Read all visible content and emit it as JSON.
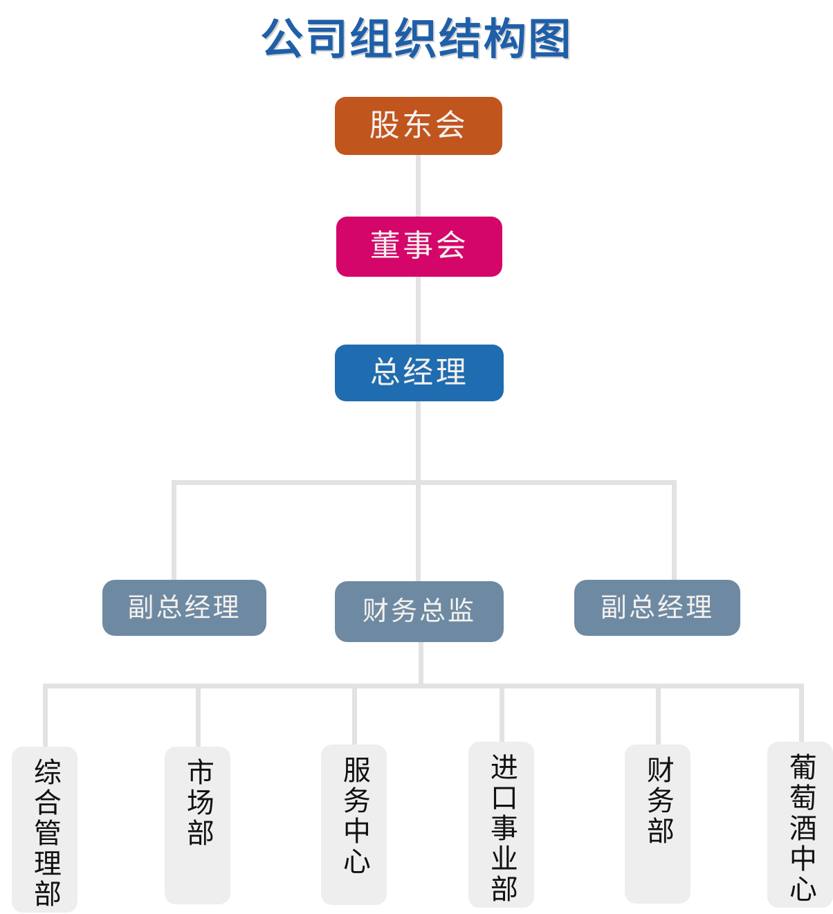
{
  "title": "公司组织结构图",
  "colors": {
    "title": "#1F5FA8",
    "shareholders": "#C1551E",
    "board": "#D4066A",
    "general_manager": "#1F6CB0",
    "executive": "#6E8AA3",
    "department": "#EEEEEE",
    "connector": "#E2E2E2"
  },
  "chart_data": {
    "type": "diagram",
    "title": "公司组织结构图",
    "nodes": [
      {
        "id": "shareholders",
        "label": "股东会",
        "level": 1,
        "color": "#C1551E"
      },
      {
        "id": "board",
        "label": "董事会",
        "level": 2,
        "color": "#D4066A"
      },
      {
        "id": "general-manager",
        "label": "总经理",
        "level": 3,
        "color": "#1F6CB0"
      },
      {
        "id": "deputy-gm-left",
        "label": "副总经理",
        "level": 4,
        "color": "#6E8AA3"
      },
      {
        "id": "cfo",
        "label": "财务总监",
        "level": 4,
        "color": "#6E8AA3"
      },
      {
        "id": "deputy-gm-right",
        "label": "副总经理",
        "level": 4,
        "color": "#6E8AA3"
      },
      {
        "id": "dept-admin",
        "label": "综合管理部",
        "level": 5,
        "color": "#EEEEEE"
      },
      {
        "id": "dept-marketing",
        "label": "市场部",
        "level": 5,
        "color": "#EEEEEE"
      },
      {
        "id": "dept-service",
        "label": "服务中心",
        "level": 5,
        "color": "#EEEEEE"
      },
      {
        "id": "dept-import",
        "label": "进口事业部",
        "level": 5,
        "color": "#EEEEEE"
      },
      {
        "id": "dept-finance",
        "label": "财务部",
        "level": 5,
        "color": "#EEEEEE"
      },
      {
        "id": "dept-wine",
        "label": "葡萄酒中心",
        "level": 5,
        "color": "#EEEEEE"
      }
    ],
    "edges": [
      {
        "from": "shareholders",
        "to": "board"
      },
      {
        "from": "board",
        "to": "general-manager"
      },
      {
        "from": "general-manager",
        "to": "deputy-gm-left"
      },
      {
        "from": "general-manager",
        "to": "cfo"
      },
      {
        "from": "general-manager",
        "to": "deputy-gm-right"
      },
      {
        "from": "cfo",
        "to": "dept-admin"
      },
      {
        "from": "cfo",
        "to": "dept-marketing"
      },
      {
        "from": "cfo",
        "to": "dept-service"
      },
      {
        "from": "cfo",
        "to": "dept-import"
      },
      {
        "from": "cfo",
        "to": "dept-finance"
      },
      {
        "from": "cfo",
        "to": "dept-wine"
      }
    ]
  },
  "levels": {
    "level1": {
      "shareholders": "股东会"
    },
    "level2": {
      "board": "董事会"
    },
    "level3": {
      "general_manager": "总经理"
    },
    "level4": {
      "deputy_gm_left": "副总经理",
      "cfo": "财务总监",
      "deputy_gm_right": "副总经理"
    },
    "level5": {
      "departments": [
        "综合管理部",
        "市场部",
        "服务中心",
        "进口事业部",
        "财务部",
        "葡萄酒中心"
      ]
    }
  }
}
